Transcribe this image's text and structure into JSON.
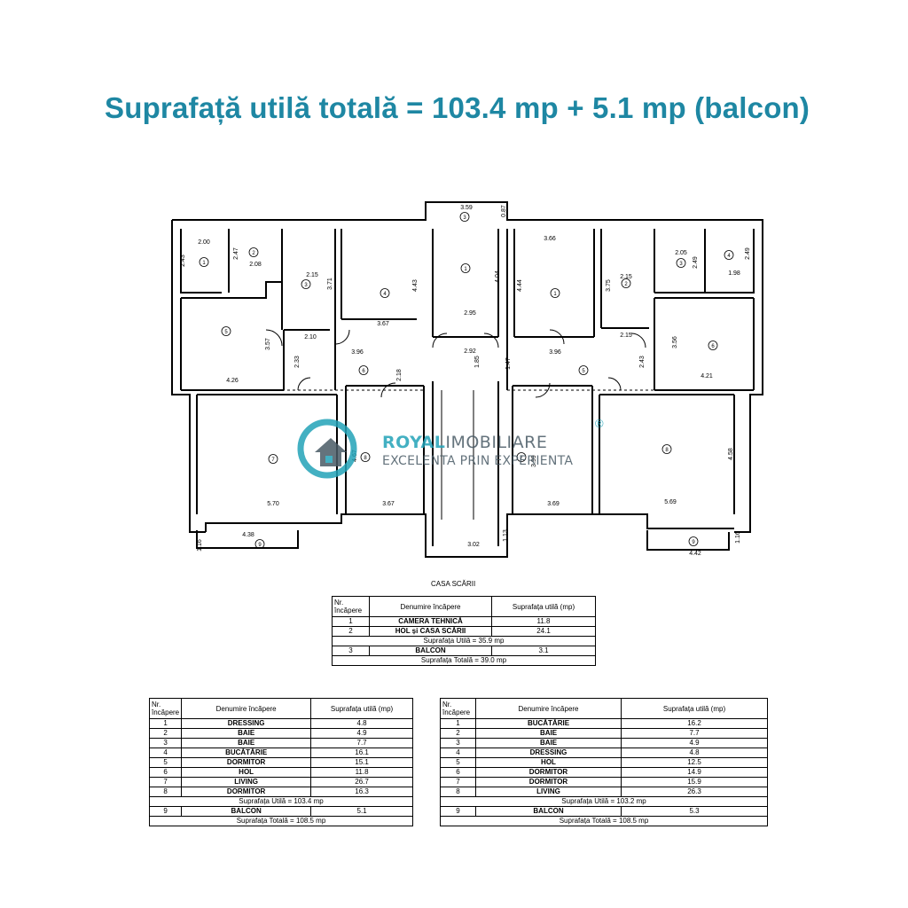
{
  "headline": "Suprafață utilă totală = 103.4 mp + 5.1 mp (balcon)",
  "colors": {
    "headline": "#1e87a3",
    "brand_teal": "#23a3b8",
    "brand_grey": "#4a5b66",
    "ink": "#000000"
  },
  "watermark": {
    "brand_part1": "ROYAL",
    "brand_part2": "IMOBILIARE",
    "registered": "®",
    "tagline": "EXCELENTA PRIN EXPERIENTA",
    "logo_icon": "house-ring-logo"
  },
  "plan": {
    "dimensions": {
      "stair_top": "3.59",
      "stair_top_side": "0.87",
      "l1_w": "2.00",
      "l1_h": "2.43",
      "l2_h": "2.47",
      "l2_w": "2.08",
      "l3_w": "2.15",
      "l3_h": "3.71",
      "l4_h": "4.43",
      "l4_w": "3.67",
      "l5_h": "3.57",
      "l5_w": "4.26",
      "l6_a": "2.10",
      "l6_b": "2.33",
      "l6_c": "3.96",
      "l6_d": "2.18",
      "l7_w": "5.70",
      "l8_h": "4.67",
      "l8_w": "3.67",
      "l9_w": "4.38",
      "l9_h": "1.16",
      "c1_h": "4.04",
      "c1_w": "2.95",
      "c2_w": "2.92",
      "c_a": "1.85",
      "c_b": "1.47",
      "c_bottom": "3.02",
      "c_bottom_side": "1.13",
      "r1_w": "3.66",
      "r1_h": "4.44",
      "r2_w": "2.15",
      "r2_h": "3.75",
      "r3_w": "2.05",
      "r3_h": "2.49",
      "r4_w": "1.98",
      "r4_h": "2.49",
      "r5_w": "3.96",
      "r5_a": "2.15",
      "r5_b": "2.43",
      "r6_h": "3.56",
      "r6_w": "4.21",
      "r7_w": "3.69",
      "r7_h": "3.99",
      "r8_w": "5.69",
      "r8_h": "4.58",
      "r9_w": "4.42",
      "r9_h": "1.16"
    },
    "room_numbers": {
      "l1": "1",
      "l2": "2",
      "l3": "3",
      "l4": "4",
      "l5": "5",
      "l6": "6",
      "l7": "7",
      "l8": "8",
      "l9": "9",
      "c1": "1",
      "c3": "3",
      "r1": "1",
      "r2": "2",
      "r3": "3",
      "r4": "4",
      "r5": "5",
      "r6": "6",
      "r7": "7",
      "r8": "8",
      "r9": "9"
    }
  },
  "stair_caption": "CASA SCĂRII",
  "table_stair": {
    "h_nr": "Nr. încăpere",
    "h_name": "Denumire încăpere",
    "h_area": "Suprafața utilă (mp)",
    "rows": [
      {
        "nr": "1",
        "name": "CAMERA TEHNICĂ",
        "area": "11.8"
      },
      {
        "nr": "2",
        "name": "HOL și CASA SCĂRII",
        "area": "24.1"
      }
    ],
    "subtotal": "Suprafața Utilă = 35.9 mp",
    "balcony": {
      "nr": "3",
      "name": "BALCON",
      "area": "3.1"
    },
    "total": "Suprafața Totală = 39.0 mp"
  },
  "table_left": {
    "h_nr": "Nr. încăpere",
    "h_name": "Denumire încăpere",
    "h_area": "Suprafața utilă (mp)",
    "rows": [
      {
        "nr": "1",
        "name": "DRESSING",
        "area": "4.8"
      },
      {
        "nr": "2",
        "name": "BAIE",
        "area": "4.9"
      },
      {
        "nr": "3",
        "name": "BAIE",
        "area": "7.7"
      },
      {
        "nr": "4",
        "name": "BUCĂTĂRIE",
        "area": "16.1"
      },
      {
        "nr": "5",
        "name": "DORMITOR",
        "area": "15.1"
      },
      {
        "nr": "6",
        "name": "HOL",
        "area": "11.8"
      },
      {
        "nr": "7",
        "name": "LIVING",
        "area": "26.7"
      },
      {
        "nr": "8",
        "name": "DORMITOR",
        "area": "16.3"
      }
    ],
    "subtotal": "Suprafața Utilă = 103.4 mp",
    "balcony": {
      "nr": "9",
      "name": "BALCON",
      "area": "5.1"
    },
    "total": "Suprafața Totală = 108.5 mp"
  },
  "table_right": {
    "h_nr": "Nr. încăpere",
    "h_name": "Denumire încăpere",
    "h_area": "Suprafața utilă (mp)",
    "rows": [
      {
        "nr": "1",
        "name": "BUCĂTĂRIE",
        "area": "16.2"
      },
      {
        "nr": "2",
        "name": "BAIE",
        "area": "7.7"
      },
      {
        "nr": "3",
        "name": "BAIE",
        "area": "4.9"
      },
      {
        "nr": "4",
        "name": "DRESSING",
        "area": "4.8"
      },
      {
        "nr": "5",
        "name": "HOL",
        "area": "12.5"
      },
      {
        "nr": "6",
        "name": "DORMITOR",
        "area": "14.9"
      },
      {
        "nr": "7",
        "name": "DORMITOR",
        "area": "15.9"
      },
      {
        "nr": "8",
        "name": "LIVING",
        "area": "26.3"
      }
    ],
    "subtotal": "Suprafața Utilă = 103.2 mp",
    "balcony": {
      "nr": "9",
      "name": "BALCON",
      "area": "5.3"
    },
    "total": "Suprafața Totală = 108.5 mp"
  }
}
